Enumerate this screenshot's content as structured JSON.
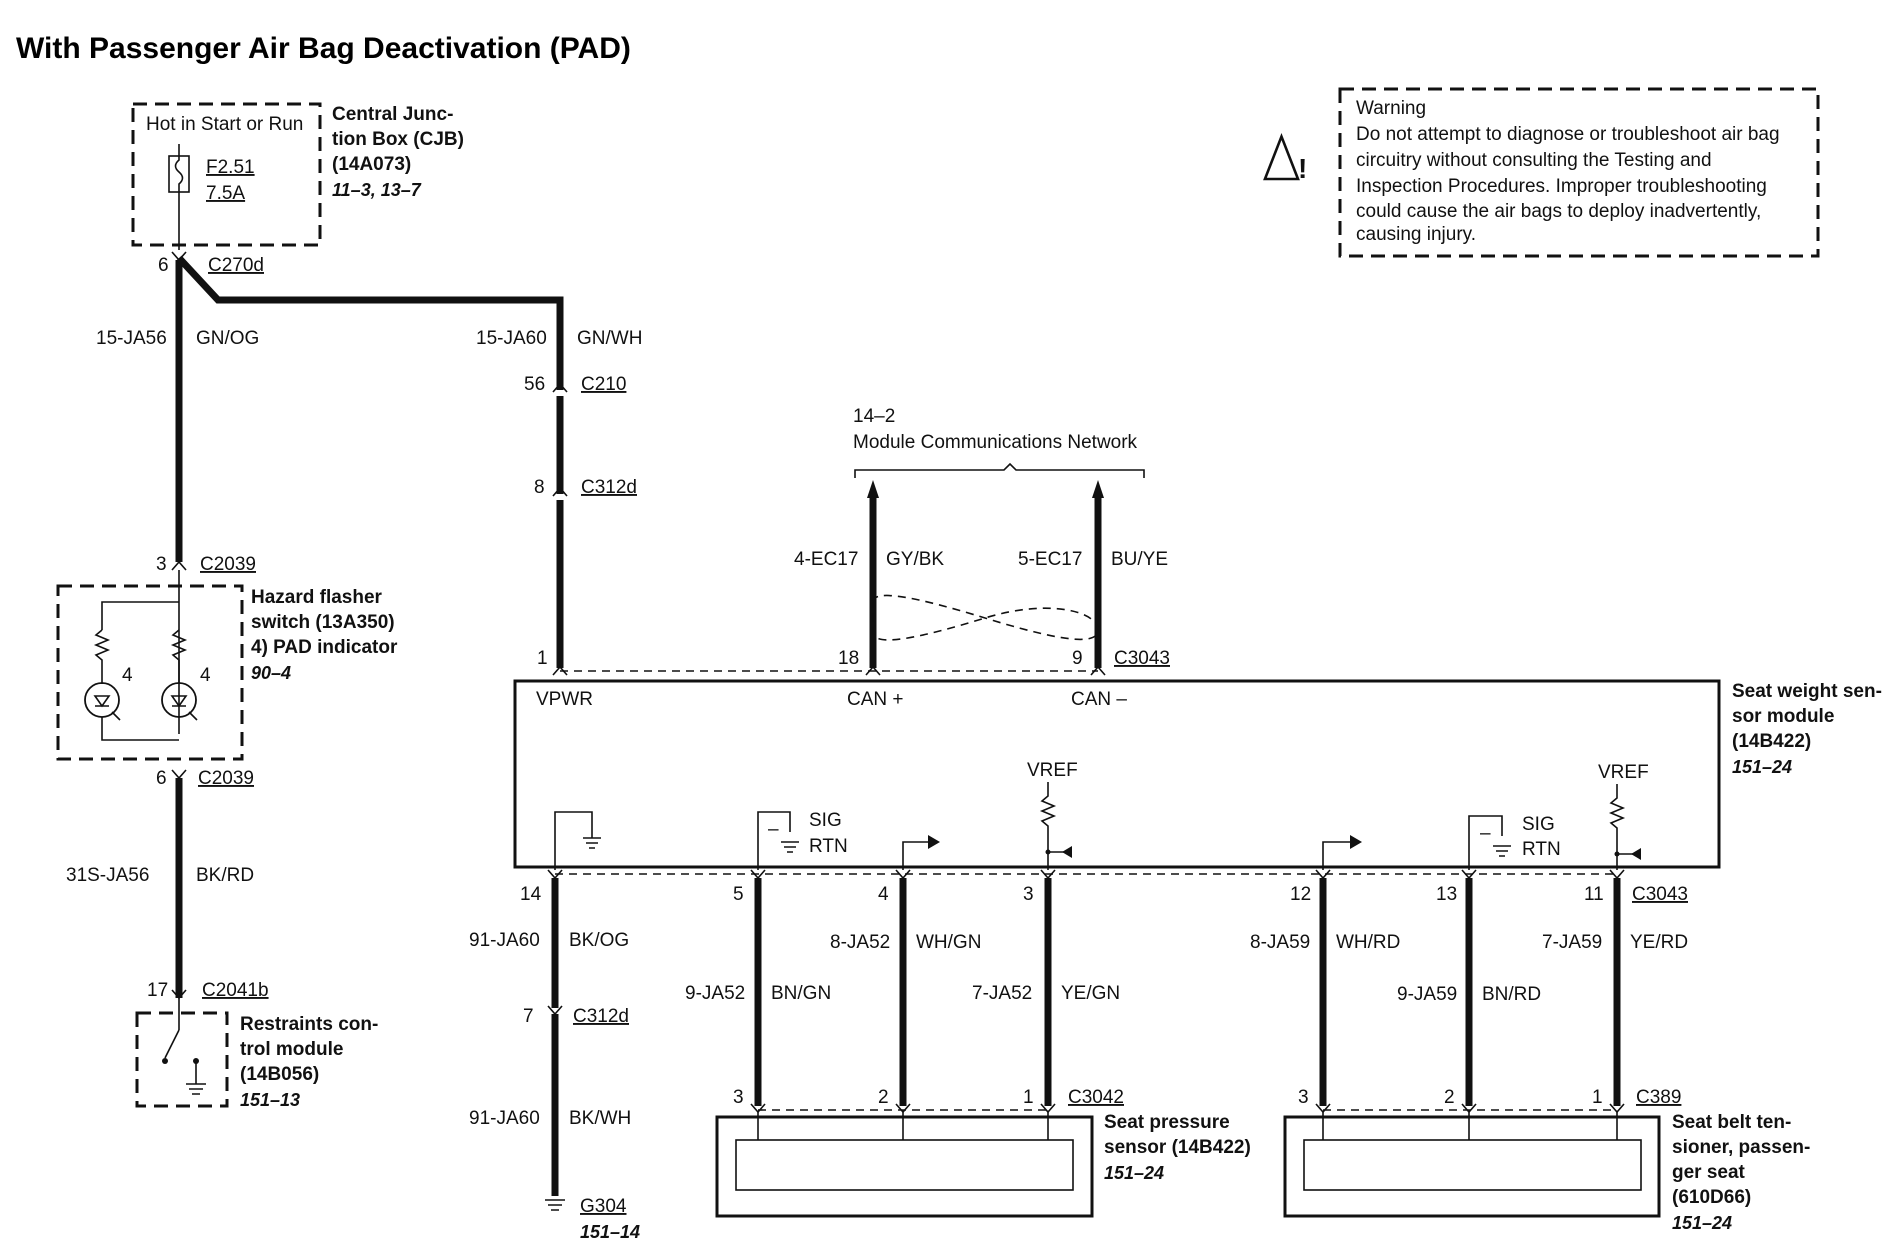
{
  "title": "With Passenger Air Bag Deactivation (PAD)",
  "warning": {
    "heading": "Warning",
    "lines": [
      "Do not attempt to diagnose or troubleshoot air bag",
      "circuitry without consulting the Testing and",
      "Inspection Procedures. Improper troubleshooting",
      "could cause the air bags to deploy inadvertently,",
      "causing injury."
    ]
  },
  "cjb": {
    "hot_label": "Hot in Start or Run",
    "fuse_id": "F2.51",
    "fuse_rating": "7.5A",
    "name_lines": [
      "Central Junc-",
      "tion Box (CJB)",
      "(14A073)"
    ],
    "ref": "11–3, 13–7"
  },
  "connectors": {
    "c270d": "C270d",
    "c270d_pin": "6",
    "c210": "C210",
    "c210_pin": "56",
    "c312d_top": "C312d",
    "c312d_top_pin": "8",
    "c2039_top": "C2039",
    "c2039_top_pin": "3",
    "c2039_bot": "C2039",
    "c2039_bot_pin": "6",
    "c2041b": "C2041b",
    "c2041b_pin": "17",
    "c3043_top": "C3043",
    "c3043_bot": "C3043",
    "c312d_bot": "C312d",
    "c312d_bot_pin": "7",
    "c3042": "C3042",
    "c389": "C389",
    "g304": "G304",
    "g304_ref": "151–14"
  },
  "wires": {
    "w1_id": "15-JA56",
    "w1_color": "GN/OG",
    "w2_id": "15-JA60",
    "w2_color": "GN/WH",
    "w3_id": "31S-JA56",
    "w3_color": "BK/RD",
    "can_hi_id": "4-EC17",
    "can_hi_color": "GY/BK",
    "can_lo_id": "5-EC17",
    "can_lo_color": "BU/YE",
    "gnd1_id": "91-JA60",
    "gnd1_color": "BK/OG",
    "gnd2_id": "91-JA60",
    "gnd2_color": "BK/WH",
    "p5_id": "9-JA52",
    "p5_color": "BN/GN",
    "p4_id": "8-JA52",
    "p4_color": "WH/GN",
    "p3_id": "7-JA52",
    "p3_color": "YE/GN",
    "p12_id": "8-JA59",
    "p12_color": "WH/RD",
    "p13_id": "9-JA59",
    "p13_color": "BN/RD",
    "p11_id": "7-JA59",
    "p11_color": "YE/RD"
  },
  "network": {
    "ref": "14–2",
    "name": "Module Communications Network"
  },
  "hazard": {
    "name_lines": [
      "Hazard flasher",
      "switch (13A350)",
      "4)    PAD indicator"
    ],
    "ref": "90–4",
    "lamp_label_left": "4",
    "lamp_label_right": "4"
  },
  "rcm": {
    "name_lines": [
      "Restraints con-",
      "trol module",
      "(14B056)"
    ],
    "ref": "151–13"
  },
  "swsm": {
    "name_lines": [
      "Seat weight sen-",
      "sor module",
      "(14B422)"
    ],
    "ref": "151–24",
    "vpwr": "VPWR",
    "can_plus": "CAN +",
    "can_minus": "CAN –",
    "vref_left": "VREF",
    "vref_right": "VREF",
    "sig_left": "SIG",
    "rtn_left": "RTN",
    "sig_right": "SIG",
    "rtn_right": "RTN",
    "minus_left": "–",
    "minus_right": "–"
  },
  "pins": {
    "vpwr": "1",
    "can_hi": "18",
    "can_lo": "9",
    "p14": "14",
    "p5": "5",
    "p4": "4",
    "p3": "3",
    "p12": "12",
    "p13": "13",
    "p11": "11"
  },
  "pressure_sensor": {
    "name_lines": [
      "Seat pressure",
      "sensor (14B422)"
    ],
    "ref": "151–24",
    "pin3": "3",
    "pin2": "2",
    "pin1": "1"
  },
  "tensioner": {
    "name_lines": [
      "Seat belt ten-",
      "sioner, passen-",
      "ger seat",
      "(610D66)"
    ],
    "ref": "151–24",
    "pin3": "3",
    "pin2": "2",
    "pin1": "1"
  }
}
